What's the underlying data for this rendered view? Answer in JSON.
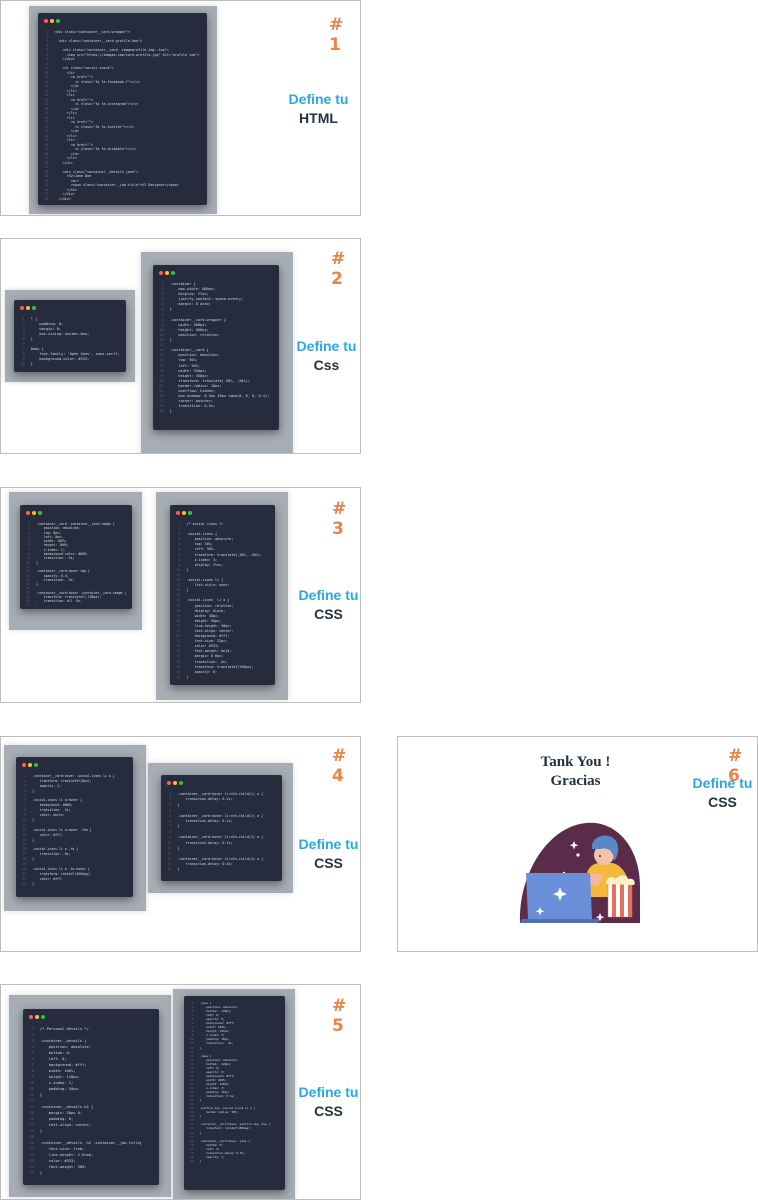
{
  "slides": [
    {
      "number": "# 1",
      "label_line1": "Define tu",
      "label_line2": "HTML"
    },
    {
      "number": "# 2",
      "label_line1": "Define tu",
      "label_line2": "Css"
    },
    {
      "number": "# 3",
      "label_line1": "Define tu",
      "label_line2": "CSS"
    },
    {
      "number": "# 4",
      "label_line1": "Define tu",
      "label_line2": "CSS"
    },
    {
      "number": "# 5",
      "label_line1": "Define tu",
      "label_line2": "CSS"
    },
    {
      "number": "# 6",
      "label_line1": "Define tu",
      "label_line2": "CSS"
    }
  ],
  "thanks": {
    "line1": "Tank You !",
    "line2": "Gracias"
  },
  "code": {
    "s1": [
      "<div class=\"container__card-wrapper\">",
      "",
      "  <div class=\"container__card profile-hwo\">",
      "",
      "    <div class=\"container__card  imageprofile-img--two\">",
      "      <img src=\"https://images.com/card-profile.jpg\" alt=\"profile two\">",
      "    </div>",
      "",
      "    <ul class=\"social-icons\">",
      "      <li>",
      "        <a href=\"\">",
      "          <i class=\"fa fa-facebook-f\"></i>",
      "        </a>",
      "      </li>",
      "      <li>",
      "        <a href=\"\">",
      "          <i class=\"fa fa-instagram\"></i>",
      "        </a>",
      "      </li>",
      "      <li>",
      "        <a href=\"\">",
      "          <i class=\"fa fa-twitter\"></i>",
      "        </a>",
      "      </li>",
      "      <li>",
      "        <a href=\"\">",
      "          <i class=\"fa fa-dribbble\"></i>",
      "        </a>",
      "      </li>",
      "    </ul>",
      "",
      "    <div class=\"container__details jane\">",
      "      <h2>Jane Doe",
      "        <br>",
      "        <span class=\"container__job-title\">UI Designer</span>",
      "      </h2>",
      "    </div>",
      "  </div>",
      "</div><!-- END box wrapper -->"
    ],
    "s2a": [
      "* {",
      "    padding: 0;",
      "    margin: 0;",
      "    box-sizing: border-box;",
      "}",
      "",
      "body {",
      "    font-family: 'Open Sans', sans-serif;",
      "    background-color: #333;",
      "}"
    ],
    "s2b": [
      ".container {",
      "    max-width: 800px;",
      "    display: flex;",
      "    justify-content: space-evenly;",
      "    margin: 0 auto;",
      "}",
      "",
      ".container__card-wrapper {",
      "    width: 400px;",
      "    height: 500px;",
      "    position: relative;",
      "}",
      "",
      ".container__card {",
      "    position: absolute;",
      "    top: 50%;",
      "    left: 50%;",
      "    width: 350px;",
      "    height: 450px;",
      "    transform: translate(-50%, -50%);",
      "    border-radius: 16px;",
      "    overflow: hidden;",
      "    box-shadow: 0 5px 10px rgba(0, 0, 0, 0.4);",
      "    cursor: pointer;",
      "    transition: 0.5s;",
      "}"
    ],
    "s3a": [
      ".container__card .container__card-image {",
      "    position: absolute;",
      "    top: 0px;",
      "    left: 0px;",
      "    width: 100%;",
      "    height: 100%;",
      "    z-index: 2;",
      "    background-color: #000;",
      "    transition: .5s;",
      "}",
      "",
      ".container__card:hover img {",
      "    opacity: 0.4;",
      "    transition: .5s;",
      "}",
      "",
      ".container__card:hover .container__card-image {",
      "    transform: translateY(-100px);",
      "    transition: all .9s;",
      "}"
    ],
    "s3b": [
      "/* social icons */",
      "",
      ".social-icons {",
      "    position: absolute;",
      "    top: 50%;",
      "    left: 50%;",
      "    transform: translate(-50%, -50%);",
      "    z-index: 3;",
      "    display: flex;",
      "}",
      "",
      ".social-icons li {",
      "    list-style: none;",
      "}",
      "",
      ".social-icons  li a {",
      "    position: relative;",
      "    display: block;",
      "    width: 50px;",
      "    height: 50px;",
      "    line-height: 50px;",
      "    text-align: center;",
      "    background: #fff;",
      "    font-size: 23px;",
      "    color: #333;",
      "    font-weight: bold;",
      "    margin: 0 6px;",
      "    transition: .4s;",
      "    transform: translateY(200px);",
      "    opacity: 0;",
      "}"
    ],
    "s4a": [
      ".container__card:hover .social-icons li a {",
      "    transform: translateY(0px);",
      "    opacity: 1;",
      "}",
      "",
      ".social-icons li a:hover {",
      "    background: #000;",
      "    transition: .2s;",
      "    color: white;",
      "}",
      "",
      ".social-icons li a:hover .fab {",
      "    color: #fff;",
      "}",
      "",
      ".social-icons li a .fa {",
      "    transition: .8s;",
      "}",
      "",
      ".social-icons li a .fa:hover {",
      "    transform: rotateY(360deg);",
      "    color: #fff;",
      "}"
    ],
    "s4b": [
      ".container__card:hover li:nth-child(1) a {",
      "    transition-delay: 0.1s;",
      "}",
      "",
      ".container__card:hover li:nth-child(2) a {",
      "    transition-delay: 0.2s;",
      "}",
      "",
      ".container__card:hover li:nth-child(3) a {",
      "    transition-delay: 0.3s;",
      "}",
      "",
      ".container__card:hover li:nth-child(4) a {",
      "    transition-delay: 0.4s;",
      "}"
    ],
    "s5a": [
      "/* Personal details */",
      "",
      ".container__details {",
      "    position: absolute;",
      "    bottom: 0;",
      "    left: 0;",
      "    background: #fff;",
      "    width: 100%;",
      "    height: 120px;",
      "    z-index: 1;",
      "    padding: 10px;",
      "}",
      "",
      ".container__details h2 {",
      "    margin: 30px 0;",
      "    padding: 0;",
      "    text-align: center;",
      "}",
      "",
      ".container__details  h2 .container__job-title{",
      "    font-size: 1rem;",
      "    line-height: 2.5rem;",
      "    color: #333;",
      "    font-weight: 300;",
      "}"
    ],
    "s5b": [
      ".jane {",
      "    position: absolute;",
      "    bottom: -120px;",
      "    left: 0;",
      "    opacity: 0;",
      "    background: #fff;",
      "    width: 100%;",
      "    height: 120px;",
      "    z-index: 3;",
      "    padding: 10px;",
      "    transition: .4s;",
      "}",
      "",
      ".jane {",
      "    position: absolute;",
      "    bottom: -120px;",
      "    left: 0;",
      "    opacity: 0;",
      "    background: #fff;",
      "    width: 100%;",
      "    height: 120px;",
      "    z-index: 3;",
      "    padding: 10px;",
      "    transition: 0.4s;",
      "}",
      "",
      ".profile-two .social-icons li a {",
      "    border-radius: 50%;",
      "}",
      "",
      ".container__card:hover .profile-img--two {",
      "    transform: rotateY(180deg);",
      "}",
      "",
      ".container__card:hover .jane {",
      "    bottom: 0;",
      "    left: 0;",
      "    transition-delay: 0.5s;",
      "    opacity: 1;",
      "}"
    ]
  }
}
